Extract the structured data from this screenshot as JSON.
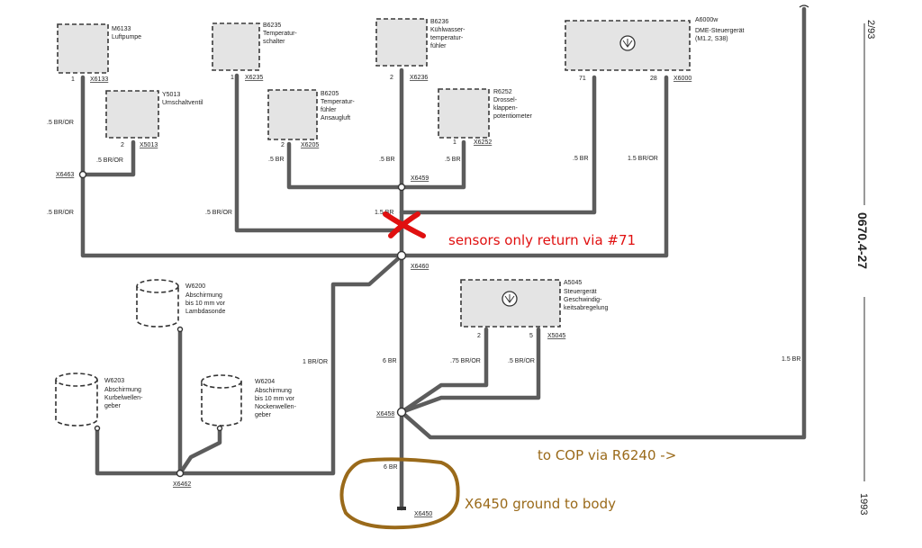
{
  "components": {
    "m6133": {
      "id": "M6133",
      "name": "Luftpumpe",
      "pin": "1",
      "connector": "X6133"
    },
    "y5013": {
      "id": "Y5013",
      "name": "Umschaltventil",
      "pin": "2",
      "connector": "X5013"
    },
    "b6235": {
      "id": "B6235",
      "name1": "Temperatur-",
      "name2": "schalter",
      "pin": "1",
      "connector": "X6235"
    },
    "b6205": {
      "id": "B6205",
      "name1": "Temperatur-",
      "name2": "fühler",
      "name3": "Ansaugluft",
      "pin": "2",
      "connector": "X6205"
    },
    "b6236": {
      "id": "B6236",
      "name1": "Kühlwasser-",
      "name2": "temperatur-",
      "name3": "fühler",
      "pin": "2",
      "connector": "X6236"
    },
    "r6252": {
      "id": "R6252",
      "name1": "Drossel-",
      "name2": "klappen-",
      "name3": "potentiometer",
      "pin": "1",
      "connector": "X6252"
    },
    "a6000w": {
      "id": "A6000w",
      "name1": "DME-Steuergerät",
      "name2": "(M1.2, S38)",
      "pin_a": "71",
      "pin_b": "28",
      "connector": "X6000"
    },
    "a5045": {
      "id": "A5045",
      "name1": "Steuergerät",
      "name2": "Geschwindig-",
      "name3": "keitsabregelung",
      "pin_a": "2",
      "pin_b": "5",
      "connector": "X5045"
    }
  },
  "shields": {
    "w6200": {
      "id": "W6200",
      "l1": "Abschirmung",
      "l2": "bis 10 mm vor",
      "l3": "Lambdasonde"
    },
    "w6203": {
      "id": "W6203",
      "l1": "Abschirmung",
      "l2": "Kurbelwellen-",
      "l3": "geber"
    },
    "w6204": {
      "id": "W6204",
      "l1": "Abschirmung",
      "l2": "bis 10 mm vor",
      "l3": "Nockenwellen-",
      "l4": "geber"
    }
  },
  "connectors": {
    "x6463": "X6463",
    "x6459": "X6459",
    "x6460": "X6460",
    "x6458": "X6458",
    "x6462": "X6462",
    "x6450": "X6450"
  },
  "wire_specs": {
    "m6133": ".5 BR/OR",
    "y5013": ".5 BR/OR",
    "x6463_down": ".5 BR/OR",
    "b6235": ".5 BR/OR",
    "b6205": ".5 BR",
    "b6236": ".5 BR",
    "r6252": ".5 BR",
    "a6000w_71": ".5 BR",
    "a6000w_28": "1.5 BR/OR",
    "x6459_down": "1.5 BR",
    "shield_bus": "1 BR/OR",
    "center": "6 BR",
    "a5045_2": ".75 BR/OR",
    "a5045_5": ".5 BR/OR",
    "right": "1.5 BR",
    "ground": "6 BR"
  },
  "sidebar": {
    "date": "2/93",
    "page": "0670.4-27",
    "year": "1993"
  },
  "annotations": {
    "red_note": "sensors only return via #71",
    "cop_note": "to COP via R6240 ->",
    "ground_note": "X6450 ground to body"
  },
  "colors": {
    "wire": "#5c5c5c",
    "annotation_red": "#e01010",
    "annotation_brown": "#9a6a1a"
  }
}
